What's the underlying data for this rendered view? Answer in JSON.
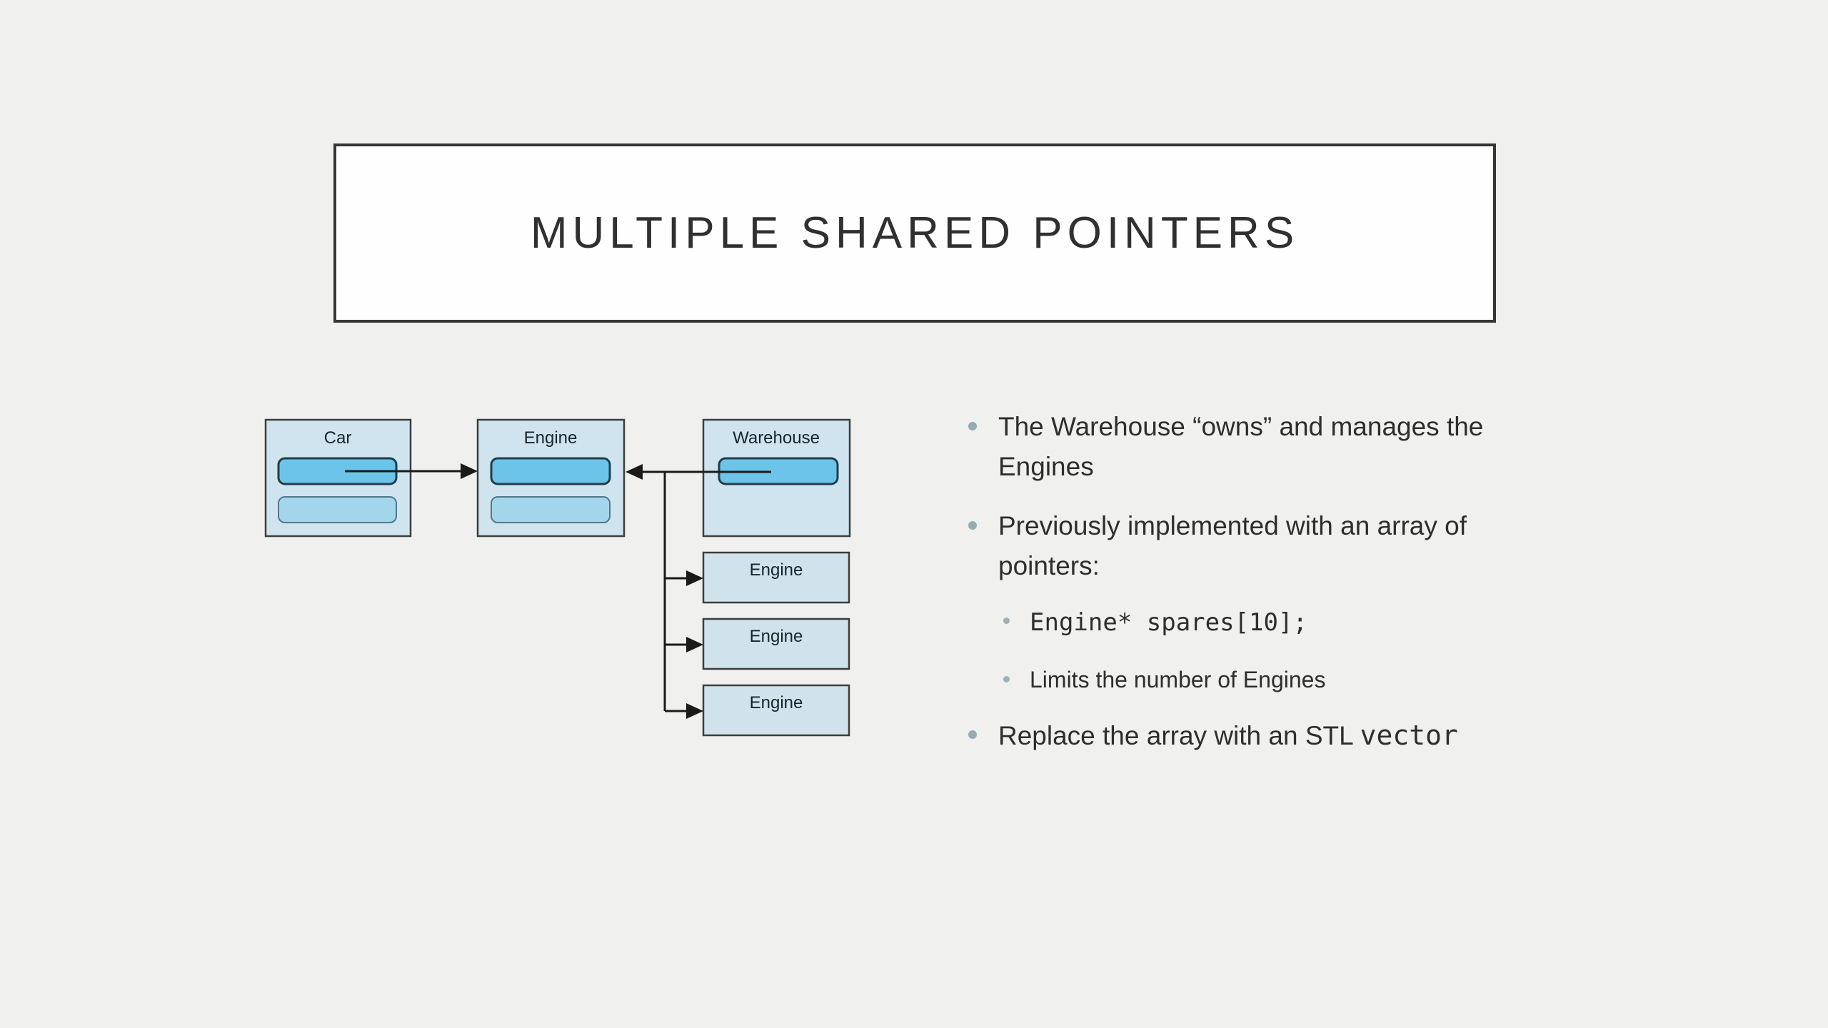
{
  "slide": {
    "title": "MULTIPLE SHARED POINTERS",
    "background_color": "#f0f0ee",
    "title_box_border_color": "#373737"
  },
  "diagram": {
    "boxes": {
      "car": {
        "label": "Car"
      },
      "engine": {
        "label": "Engine"
      },
      "warehouse": {
        "label": "Warehouse"
      }
    },
    "spares": [
      {
        "label": "Engine"
      },
      {
        "label": "Engine"
      },
      {
        "label": "Engine"
      }
    ],
    "colors": {
      "box_fill": "#cfe4ee",
      "spare_box_fill": "#d0e3ec",
      "pointer_field_fill": "#6cc5e9",
      "empty_field_fill": "#a3d6ea",
      "box_border": "#3d3d3d",
      "field_border_dark": "#233c4a",
      "field_border_light": "#55778a",
      "arrow_color": "#1a1a1a"
    }
  },
  "bullets": {
    "b1": {
      "lines": [
        "The Warehouse “owns” and manages the",
        "Engines"
      ]
    },
    "b2": {
      "lines": [
        "Previously implemented with an array of",
        "pointers:"
      ]
    },
    "sub1": {
      "code": "Engine* spares[10];"
    },
    "sub2": {
      "text": "Limits the number of Engines"
    },
    "b3": {
      "prefix": "Replace the array with an STL ",
      "code": "vector"
    }
  }
}
